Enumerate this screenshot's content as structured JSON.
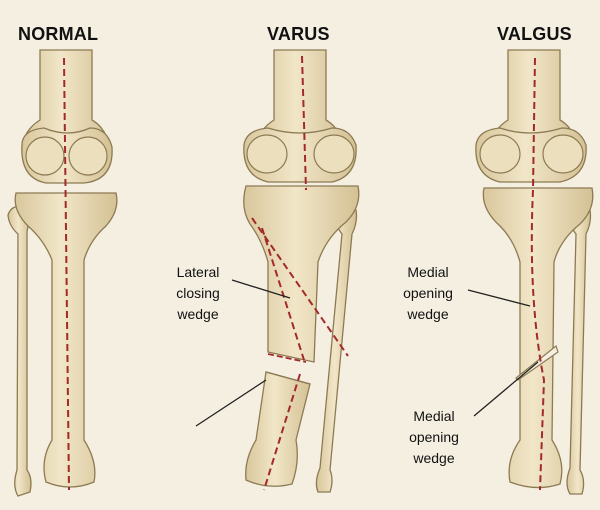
{
  "panels": [
    {
      "title": "NORMAL"
    },
    {
      "title": "VARUS"
    },
    {
      "title": "VALGUS"
    }
  ],
  "annotations": {
    "varus_wedge": [
      "Lateral",
      "closing",
      "wedge"
    ],
    "valgus_wedge_upper": [
      "Medial",
      "opening",
      "wedge"
    ],
    "valgus_wedge_lower": [
      "Medial",
      "opening",
      "wedge"
    ]
  },
  "colors": {
    "background": "#f5efe2",
    "bone_fill": "#ebdcb6",
    "bone_outline": "#8c7a52",
    "axis_line": "#a32a2a",
    "leader_line": "#222222"
  }
}
